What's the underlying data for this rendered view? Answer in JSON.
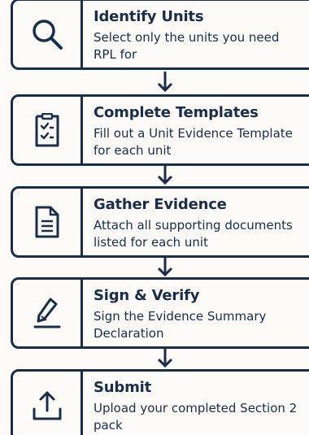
{
  "steps": [
    {
      "title": "Identify Units",
      "description": "Select only the units you need RPL for",
      "icon": "magnifier-icon"
    },
    {
      "title": "Complete Templates",
      "description": "Fill out a Unit Evidence Template for each unit",
      "icon": "checklist-icon"
    },
    {
      "title": "Gather Evidence",
      "description": "Attach all supporting documents listed for each unit",
      "icon": "document-icon"
    },
    {
      "title": "Sign & Verify",
      "description": "Sign the Evidence Summary Declaration",
      "icon": "pen-icon"
    },
    {
      "title": "Submit",
      "description": "Upload your completed Section 2 pack",
      "icon": "upload-icon"
    }
  ],
  "colors": {
    "stroke": "#1b2d48",
    "background": "#fbfaf6"
  }
}
